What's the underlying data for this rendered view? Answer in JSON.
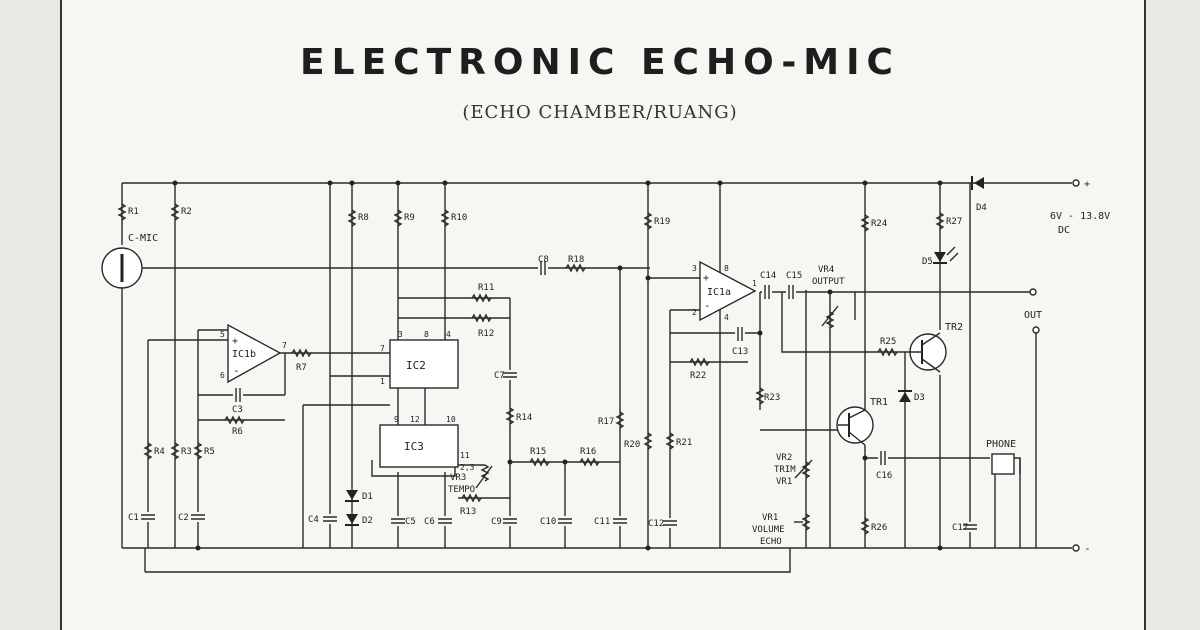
{
  "title": "ELECTRONIC ECHO-MIC",
  "subtitle": "(ECHO CHAMBER/RUANG)",
  "ics": {
    "ic1b": "IC1b",
    "ic1a": "IC1a",
    "ic2": "IC2",
    "ic3": "IC3"
  },
  "transistors": {
    "tr1": "TR1",
    "tr2": "TR2"
  },
  "resistors": {
    "r1": "R1",
    "r2": "R2",
    "r3": "R3",
    "r4": "R4",
    "r5": "R5",
    "r6": "R6",
    "r7": "R7",
    "r8": "R8",
    "r9": "R9",
    "r10": "R10",
    "r11": "R11",
    "r12": "R12",
    "r13": "R13",
    "r14": "R14",
    "r15": "R15",
    "r16": "R16",
    "r17": "R17",
    "r18": "R18",
    "r19": "R19",
    "r20": "R20",
    "r21": "R21",
    "r22": "R22",
    "r23": "R23",
    "r24": "R24",
    "r25": "R25",
    "r26": "R26",
    "r27": "R27"
  },
  "capacitors": {
    "c1": "C1",
    "c2": "C2",
    "c3": "C3",
    "c4": "C4",
    "c5": "C5",
    "c6": "C6",
    "c7": "C7",
    "c8": "C8",
    "c9": "C9",
    "c10": "C10",
    "c11": "C11",
    "c12": "C12",
    "c13": "C13",
    "c14": "C14",
    "c15": "C15",
    "c16": "C16",
    "c17": "C17"
  },
  "diodes": {
    "d1": "D1",
    "d2": "D2",
    "d3": "D3",
    "d4": "D4",
    "d5": "D5"
  },
  "pots": {
    "vr1_volume": "VR1",
    "volume": "VOLUME",
    "echo": "ECHO",
    "vr2": "VR2",
    "trim": "TRIM",
    "vr1_ref": "VR1",
    "vr3": "VR3",
    "tempo": "TEMPO",
    "vr4": "VR4",
    "output": "OUTPUT"
  },
  "labels": {
    "mic": "C-MIC",
    "supply": "6V - 13.8V",
    "dc": "DC",
    "out": "OUT",
    "phone": "PHONE",
    "plus": "+",
    "minus": "-"
  },
  "pins": {
    "p5": "5",
    "p6": "6",
    "p7": "7",
    "p3": "3",
    "p2": "2",
    "p1": "1",
    "p8": "8",
    "p4": "4",
    "p9": "9",
    "p12": "12",
    "p10": "10",
    "p11": "11",
    "p23": "2,3",
    "p2b": "2",
    "p3b": "3",
    "p8b": "8",
    "p4b": "4"
  }
}
